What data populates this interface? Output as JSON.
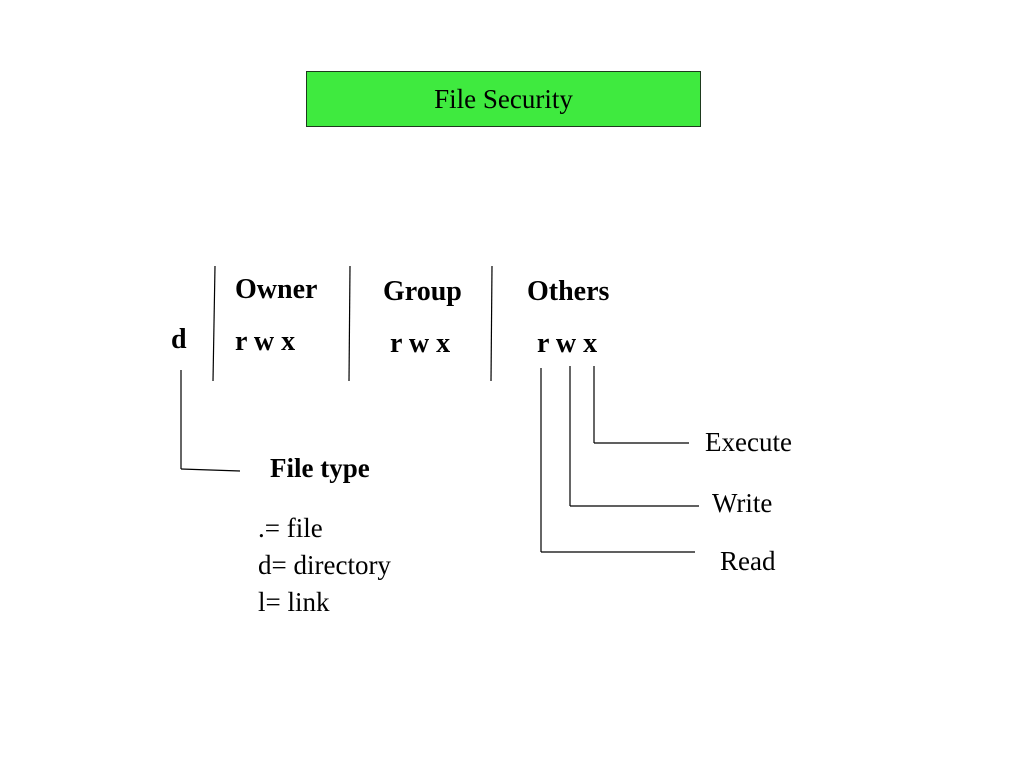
{
  "title": "File Security",
  "permission_string": {
    "file_type_char": "d",
    "owner": {
      "heading": "Owner",
      "bits": "r w x"
    },
    "group": {
      "heading": "Group",
      "bits": "r w x"
    },
    "others": {
      "heading": "Others",
      "bits": "r w x"
    }
  },
  "file_type": {
    "heading": "File type",
    "legend": [
      ".= file",
      "d= directory",
      "l= link"
    ]
  },
  "bit_meanings": {
    "execute": "Execute",
    "write": "Write",
    "read": "Read"
  },
  "colors": {
    "title_background": "#3fea3f",
    "text": "#000000"
  }
}
